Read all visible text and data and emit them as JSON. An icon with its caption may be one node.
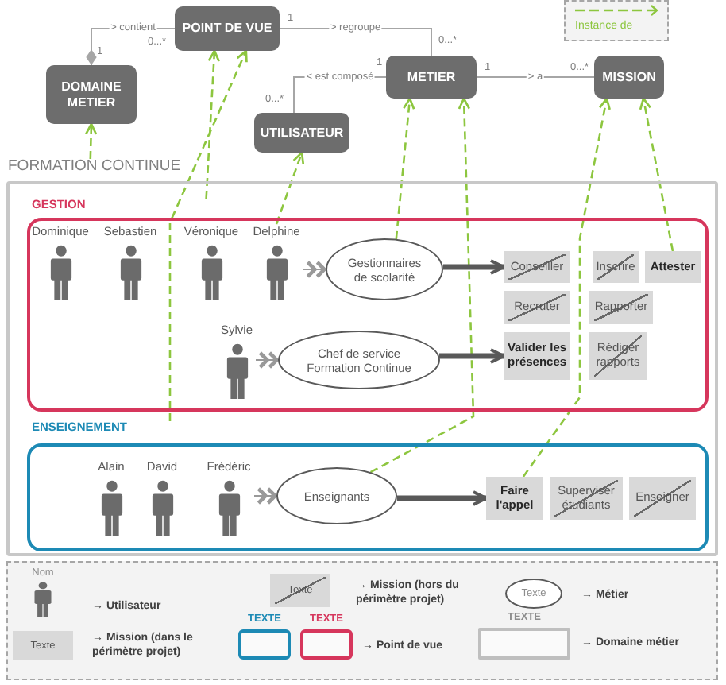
{
  "diagram": {
    "nodes": [
      {
        "text": [
          "POINT DE VUE"
        ]
      },
      {
        "text": [
          "DOMAINE METIER"
        ]
      },
      {
        "text": [
          "METIER"
        ]
      },
      {
        "text": [
          "MISSION"
        ]
      },
      {
        "text": [
          "UTILISATEUR"
        ]
      },
      {
        "text": [
          "FORMATION CONTINUE"
        ]
      },
      {
        "text": [
          "GESTION"
        ],
        "in": 5
      },
      {
        "text": [],
        "shape": "person",
        "beside": [
          "Dominique"
        ],
        "in": 6
      },
      {
        "text": [],
        "shape": "person",
        "beside": [
          "Sebastien"
        ],
        "in": 6
      },
      {
        "text": [],
        "shape": "person",
        "beside": [
          "Véronique"
        ],
        "in": 6
      },
      {
        "text": [],
        "shape": "person",
        "beside": [
          "Delphine"
        ],
        "in": 6
      },
      {
        "text": [
          "Gestionnaires de scolarité"
        ],
        "in": 6
      },
      {
        "text": [
          "Conseiller"
        ],
        "in": 6
      },
      {
        "text": [
          "Inscrire"
        ],
        "in": 6
      },
      {
        "text": [
          "Attester"
        ],
        "in": 6
      },
      {
        "text": [
          "Recruter"
        ],
        "in": 6
      },
      {
        "text": [
          "Rapporter"
        ],
        "in": 6
      },
      {
        "text": [],
        "shape": "person",
        "beside": [
          "Sylvie"
        ],
        "in": 6
      },
      {
        "text": [
          "Chef de service Formation Continue"
        ],
        "in": 6
      },
      {
        "text": [
          "Valider les présences"
        ],
        "in": 6
      },
      {
        "text": [
          "Rédiger rapports"
        ],
        "in": 6
      },
      {
        "text": [
          "ENSEIGNEMENT"
        ],
        "in": 5
      },
      {
        "text": [],
        "shape": "person",
        "beside": [
          "Alain"
        ],
        "in": 21
      },
      {
        "text": [],
        "shape": "person",
        "beside": [
          "David"
        ],
        "in": 21
      },
      {
        "text": [],
        "shape": "person",
        "beside": [
          "Frédéric"
        ],
        "in": 21
      },
      {
        "text": [
          "Enseignants"
        ],
        "in": 21
      },
      {
        "text": [
          "Faire l'appel"
        ],
        "in": 21
      },
      {
        "text": [
          "Superviser étudiants"
        ],
        "in": 21
      },
      {
        "text": [
          "Enseigner"
        ],
        "in": 21
      }
    ],
    "edges": [
      {
        "from": 0,
        "to": 1,
        "arrow": "other",
        "label": "> contient",
        "color": "#a6a6a6"
      },
      {
        "from": 0,
        "to": 2,
        "arrow": "none",
        "label": "> regroupe",
        "color": "#a6a6a6"
      },
      {
        "from": 2,
        "to": 4,
        "arrow": "none",
        "label": "< est composé",
        "color": "#a6a6a6"
      },
      {
        "from": 2,
        "to": 3,
        "arrow": "none",
        "label": "> a",
        "color": "#a6a6a6"
      },
      {
        "from": 5,
        "to": 1,
        "arrow": "to",
        "style": "dashed"
      },
      {
        "from": 6,
        "to": 0,
        "arrow": "to",
        "style": "dashed"
      },
      {
        "from": 21,
        "to": 0,
        "arrow": "to",
        "style": "dashed"
      },
      {
        "from": 10,
        "to": 4,
        "arrow": "to",
        "style": "dashed"
      },
      {
        "from": 11,
        "to": 2,
        "arrow": "to",
        "style": "dashed"
      },
      {
        "from": 25,
        "to": 2,
        "arrow": "to",
        "style": "dashed"
      },
      {
        "from": 14,
        "to": 3,
        "arrow": "to",
        "style": "dashed"
      },
      {
        "from": 26,
        "to": 3,
        "arrow": "to",
        "style": "dashed"
      },
      {
        "from": 10,
        "to": 11,
        "arrow": "to",
        "color": "#999999"
      },
      {
        "from": 17,
        "to": 18,
        "arrow": "to",
        "color": "#999999"
      },
      {
        "from": 24,
        "to": 25,
        "arrow": "to",
        "color": "#999999"
      },
      {
        "from": 11,
        "to": 12,
        "arrow": "to",
        "style": "thick",
        "color": "#595959"
      },
      {
        "from": 18,
        "to": 19,
        "arrow": "to",
        "style": "thick",
        "color": "#595959"
      },
      {
        "from": 25,
        "to": 26,
        "arrow": "to",
        "style": "thick",
        "color": "#595959"
      }
    ],
    "labels": [
      "1",
      "0...*",
      "0...*",
      "1",
      "1",
      "1",
      "0...*",
      "0...*",
      "Nom",
      "Texte",
      "Texte",
      "TEXTE",
      "TEXTE",
      "TEXTE",
      "Texte"
    ],
    "legend": [
      {
        "text": "Instance de"
      },
      {
        "text": "→ Utilisateur"
      },
      {
        "text": "→ Mission (hors du périmètre projet)"
      },
      {
        "text": "→ Métier"
      },
      {
        "text": "→ Mission (dans le périmètre projet)"
      },
      {
        "text": "→ Point de vue"
      },
      {
        "text": "→ Domaine métier"
      }
    ]
  }
}
